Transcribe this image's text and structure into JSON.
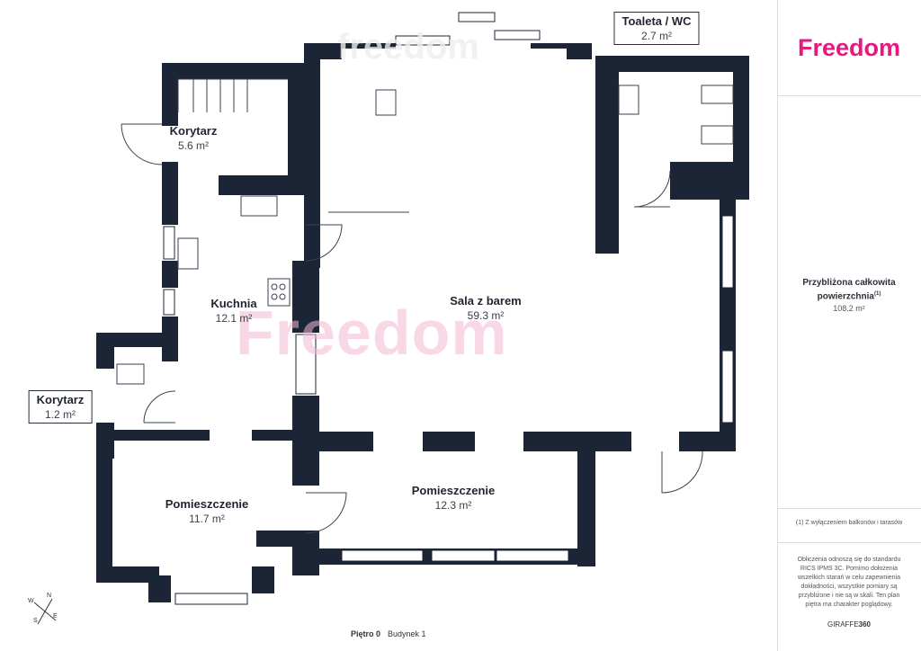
{
  "brand": {
    "name": "Freedom",
    "color": "#e6197f"
  },
  "watermarks": {
    "center": "Freedom",
    "top": "freedom"
  },
  "rooms": [
    {
      "name": "Toaleta / WC",
      "area": "2.7 m²"
    },
    {
      "name": "Korytarz",
      "area": "5.6 m²"
    },
    {
      "name": "Kuchnia",
      "area": "12.1 m²"
    },
    {
      "name": "Sala z barem",
      "area": "59.3 m²"
    },
    {
      "name": "Korytarz",
      "area": "1.2 m²"
    },
    {
      "name": "Pomieszczenie",
      "area": "11.7 m²"
    },
    {
      "name": "Pomieszczenie",
      "area": "12.3 m²"
    }
  ],
  "summary": {
    "title_line1": "Przybliżona całkowita",
    "title_line2": "powierzchnia",
    "title_sup": "(1)",
    "total": "108.2 m²"
  },
  "footnote": "(1) Z wyłączeniem balkonów i tarasów",
  "disclaimer": "Obliczenia odnoszą się do standardu RICS IPMS 3C. Pomimo dołożenia wszelkich starań w celu zapewnienia dokładności, wszystkie pomiary są przybliżone i nie są w skali. Ten plan piętra ma charakter poglądowy.",
  "credit": {
    "prefix": "GIRAFFE",
    "suffix": "360"
  },
  "floor": {
    "level": "Piętro 0",
    "building": "Budynek 1"
  },
  "compass": {
    "n": "N",
    "s": "S",
    "e": "E",
    "w": "W"
  },
  "colors": {
    "wall": "#1c2536",
    "fixture": "#3a4150",
    "accent": "#e6197f"
  }
}
